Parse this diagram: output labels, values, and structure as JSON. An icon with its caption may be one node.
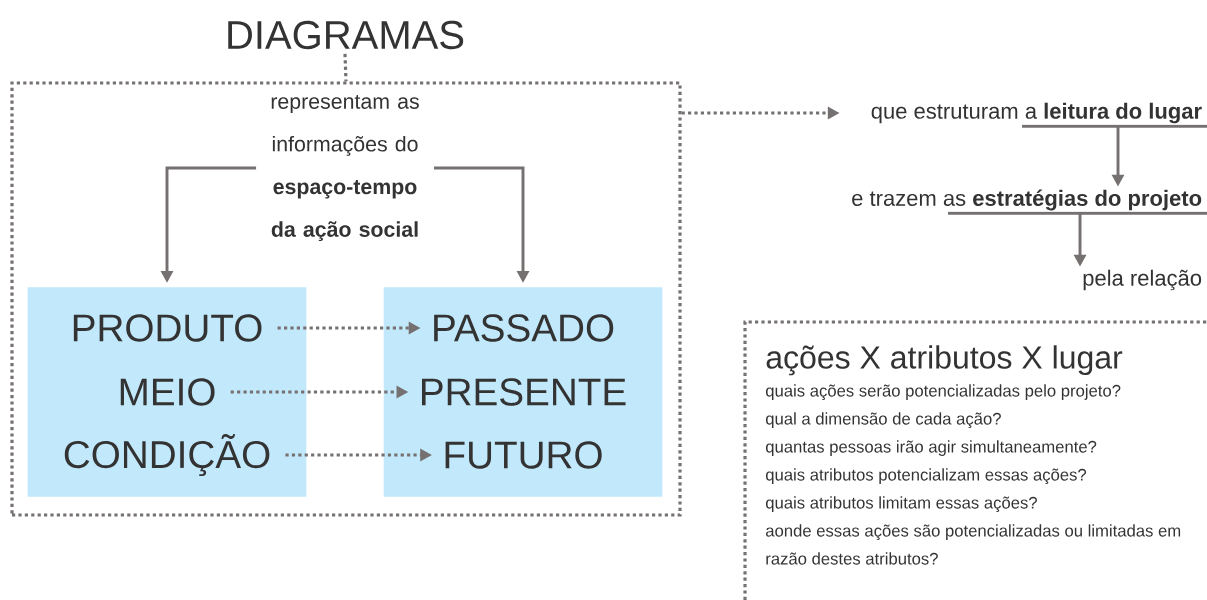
{
  "diagram": {
    "nodes": [
      {
        "text": [
          "DIAGRAMAS"
        ]
      },
      {
        "text": [],
        "shape": "box"
      },
      {
        "text": [
          "representam as informações do **espaço-tempo da ação social**"
        ],
        "in": 1
      },
      {
        "text": [],
        "shape": "box",
        "in": 1
      },
      {
        "text": [
          "PRODUTO"
        ],
        "in": 3
      },
      {
        "text": [
          "MEIO"
        ],
        "in": 3
      },
      {
        "text": [
          "CONDIÇÃO"
        ],
        "in": 3
      },
      {
        "text": [],
        "shape": "box",
        "in": 1
      },
      {
        "text": [
          "PASSADO"
        ],
        "in": 7
      },
      {
        "text": [
          "PRESENTE"
        ],
        "in": 7
      },
      {
        "text": [
          "FUTURO"
        ],
        "in": 7
      },
      {
        "text": [
          "que estruturam a **leitura do lugar**"
        ]
      },
      {
        "text": [
          "e trazem as **estratégias do projeto**"
        ]
      },
      {
        "text": [
          "pela relação"
        ]
      },
      {
        "text": [
          "ações X atributos X lugar",
          "quais ações serão potencializadas pelo projeto?",
          "qual a dimensão de cada ação?",
          "quantas pessoas irão agir simultaneamente?",
          "quais atributos potencializam essas ações?",
          "quais atributos limitam essas ações?",
          "aonde essas ações são potencializadas ou limitadas em razão destes atributos?"
        ]
      }
    ],
    "edges": [
      {
        "from": 0,
        "to": 1,
        "arrow": "none",
        "style": "dashed"
      },
      {
        "from": 2,
        "to": 3,
        "arrow": "to"
      },
      {
        "from": 2,
        "to": 7,
        "arrow": "to"
      },
      {
        "from": 4,
        "to": 8,
        "arrow": "to",
        "style": "dashed"
      },
      {
        "from": 5,
        "to": 9,
        "arrow": "to",
        "style": "dashed"
      },
      {
        "from": 6,
        "to": 10,
        "arrow": "to",
        "style": "dashed"
      },
      {
        "from": 1,
        "to": 11,
        "arrow": "to",
        "style": "dashed"
      },
      {
        "from": 11,
        "to": 12,
        "arrow": "to"
      },
      {
        "from": 12,
        "to": 13,
        "arrow": "to"
      }
    ]
  }
}
